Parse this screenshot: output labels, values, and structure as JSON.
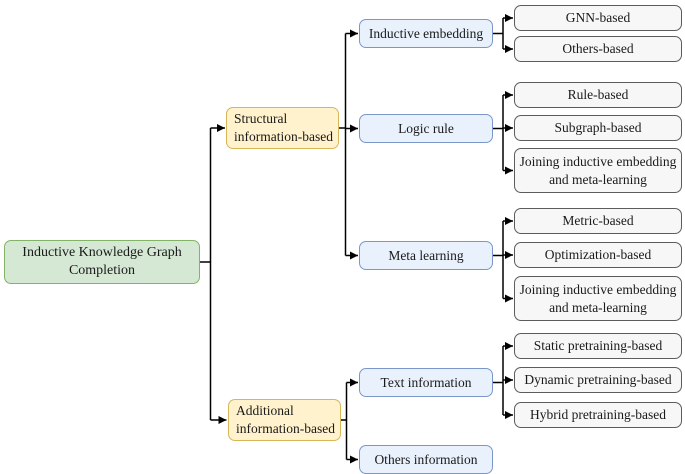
{
  "nodes": {
    "root": "Inductive Knowledge Graph Completion",
    "structural": "Structural information-based",
    "additional": "Additional information-based",
    "inductive_embedding": "Inductive embedding",
    "logic_rule": "Logic rule",
    "meta_learning": "Meta learning",
    "text_information": "Text information",
    "others_information": "Others information",
    "gnn_based": "GNN-based",
    "others_based": "Others-based",
    "rule_based": "Rule-based",
    "subgraph_based": "Subgraph-based",
    "joining_logic": "Joining inductive embedding and meta-learning",
    "metric_based": "Metric-based",
    "optimization_based": "Optimization-based",
    "joining_meta": "Joining inductive embedding and meta-learning",
    "static_pretraining": "Static pretraining-based",
    "dynamic_pretraining": "Dynamic pretraining-based",
    "hybrid_pretraining": "Hybrid pretraining-based"
  },
  "hierarchy": {
    "Inductive Knowledge Graph Completion": {
      "Structural information-based": {
        "Inductive embedding": [
          "GNN-based",
          "Others-based"
        ],
        "Logic rule": [
          "Rule-based",
          "Subgraph-based",
          "Joining inductive embedding and meta-learning"
        ],
        "Meta learning": [
          "Metric-based",
          "Optimization-based",
          "Joining inductive embedding and meta-learning"
        ]
      },
      "Additional information-based": {
        "Text information": [
          "Static pretraining-based",
          "Dynamic pretraining-based",
          "Hybrid pretraining-based"
        ],
        "Others information": []
      }
    }
  },
  "colors": {
    "root_fill": "#d5e8d4",
    "root_border": "#82b366",
    "branch_fill": "#fff2cc",
    "branch_border": "#d6b656",
    "category_fill": "#e9f1fc",
    "category_border": "#7b97c9",
    "leaf_fill": "#f7f7f7",
    "leaf_border": "#5c5c5c",
    "connector": "#000000"
  }
}
